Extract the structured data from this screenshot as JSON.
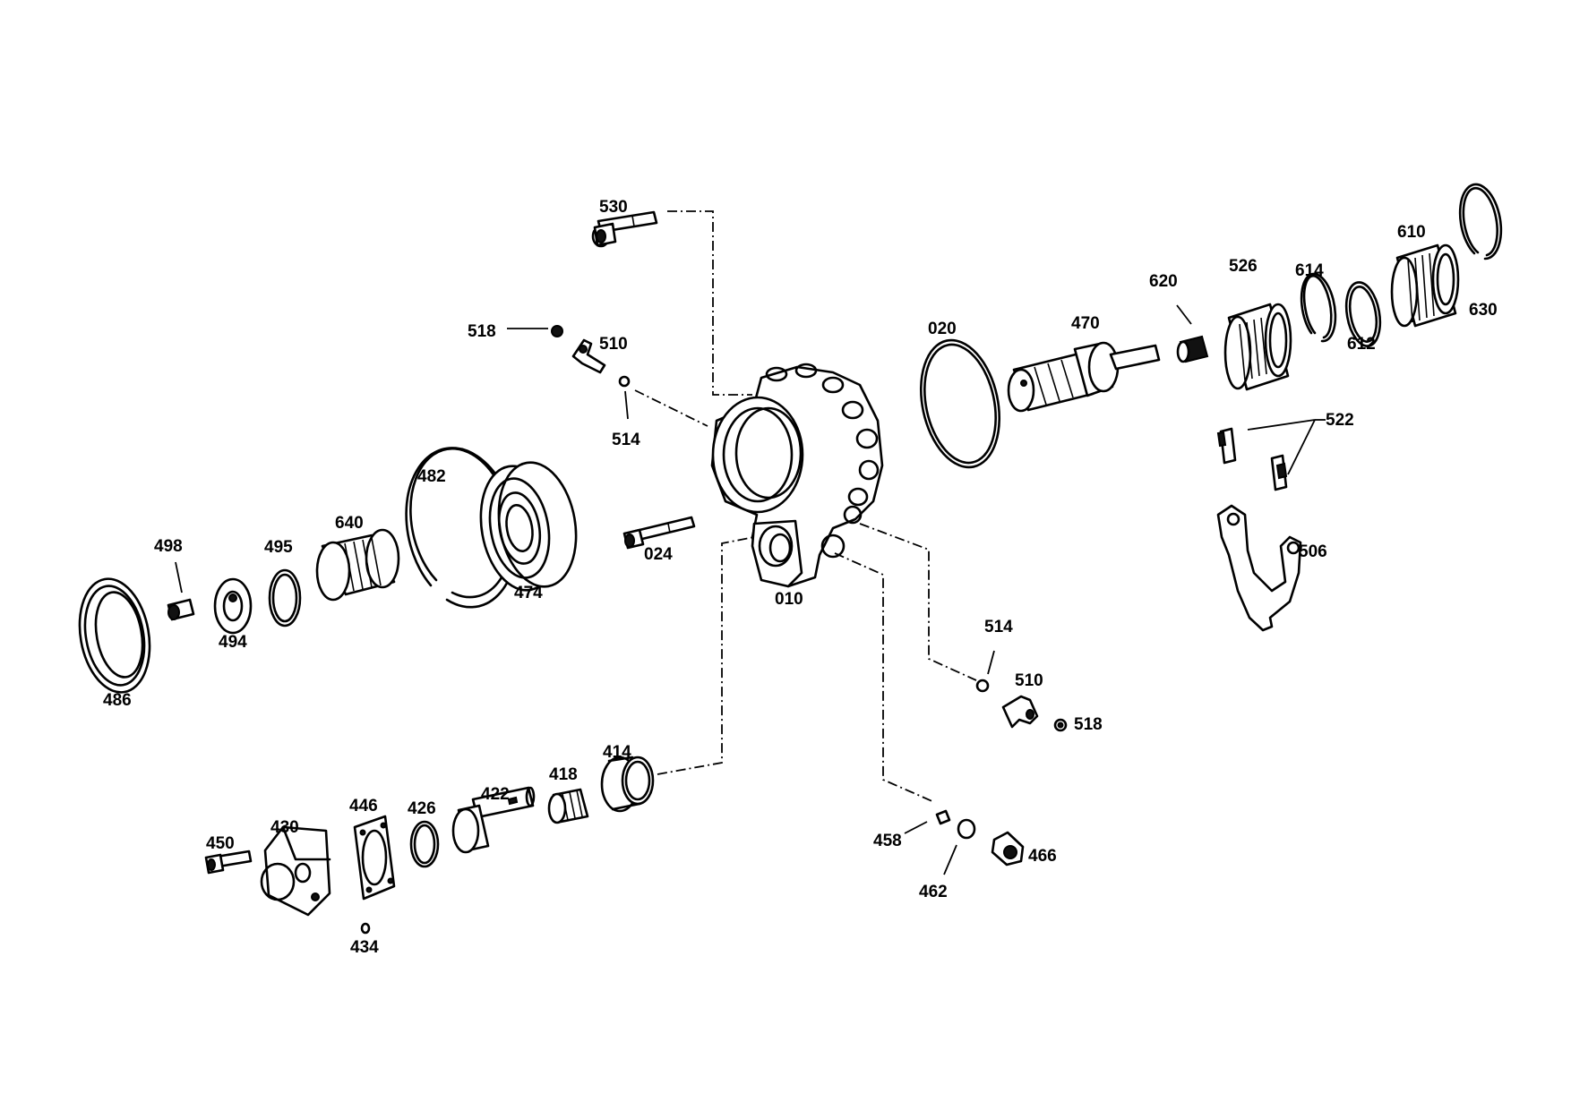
{
  "diagram": {
    "callouts": {
      "c010": "010",
      "c020": "020",
      "c024": "024",
      "c414": "414",
      "c418": "418",
      "c422": "422",
      "c426": "426",
      "c430": "430",
      "c434": "434",
      "c446": "446",
      "c450": "450",
      "c458": "458",
      "c462": "462",
      "c466": "466",
      "c470": "470",
      "c474": "474",
      "c482": "482",
      "c486": "486",
      "c494": "494",
      "c495": "495",
      "c498": "498",
      "c506": "506",
      "c510a": "510",
      "c510b": "510",
      "c514a": "514",
      "c514b": "514",
      "c518a": "518",
      "c518b": "518",
      "c522": "522",
      "c526": "526",
      "c530": "530",
      "c610": "610",
      "c612": "612",
      "c614": "614",
      "c620": "620",
      "c630": "630",
      "c640": "640"
    }
  }
}
